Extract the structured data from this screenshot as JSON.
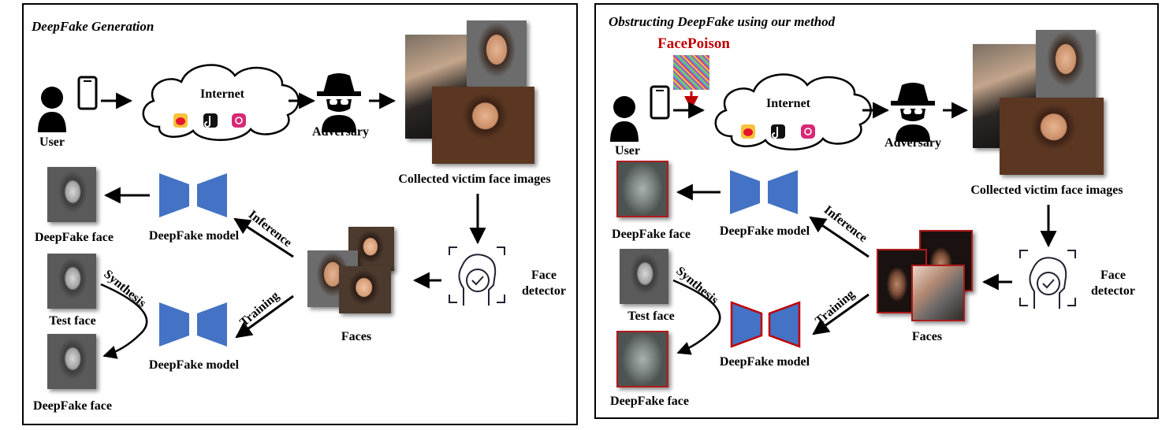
{
  "left_panel": {
    "title": "DeepFake Generation",
    "labels": {
      "user": "User",
      "internet": "Internet",
      "adversary": "Adversary",
      "collected": "Collected victim face images",
      "face_detector_line1": "Face",
      "face_detector_line2": "detector",
      "faces": "Faces",
      "deepfake_model_top": "DeepFake model",
      "deepfake_model_bottom": "DeepFake model",
      "deepfake_face_top": "DeepFake face",
      "test_face": "Test face",
      "deepfake_face_bottom": "DeepFake face",
      "inference": "Inference",
      "training": "Training",
      "synthesis": "Synthesis"
    }
  },
  "right_panel": {
    "title": "Obstructing DeepFake using our method",
    "facepoison": "FacePoison",
    "labels": {
      "user": "User",
      "internet": "Internet",
      "adversary": "Adversary",
      "collected": "Collected victim face images",
      "face_detector_line1": "Face",
      "face_detector_line2": "detector",
      "faces": "Faces",
      "deepfake_model_top": "DeepFake model",
      "deepfake_model_bottom": "DeepFake model",
      "deepfake_face_top": "DeepFake face",
      "test_face": "Test face",
      "deepfake_face_bottom": "DeepFake face",
      "inference": "Inference",
      "training": "Training",
      "synthesis": "Synthesis"
    }
  },
  "colors": {
    "model_blue": "#4472c4",
    "poison_red": "#c00000",
    "weibo": "#e6162d",
    "tiktok": "#111111",
    "instagram": "#d62976"
  },
  "icons": [
    "user-icon",
    "phone-icon",
    "cloud-icon",
    "weibo-icon",
    "tiktok-icon",
    "instagram-icon",
    "spy-icon",
    "face-scan-icon",
    "check-icon"
  ]
}
